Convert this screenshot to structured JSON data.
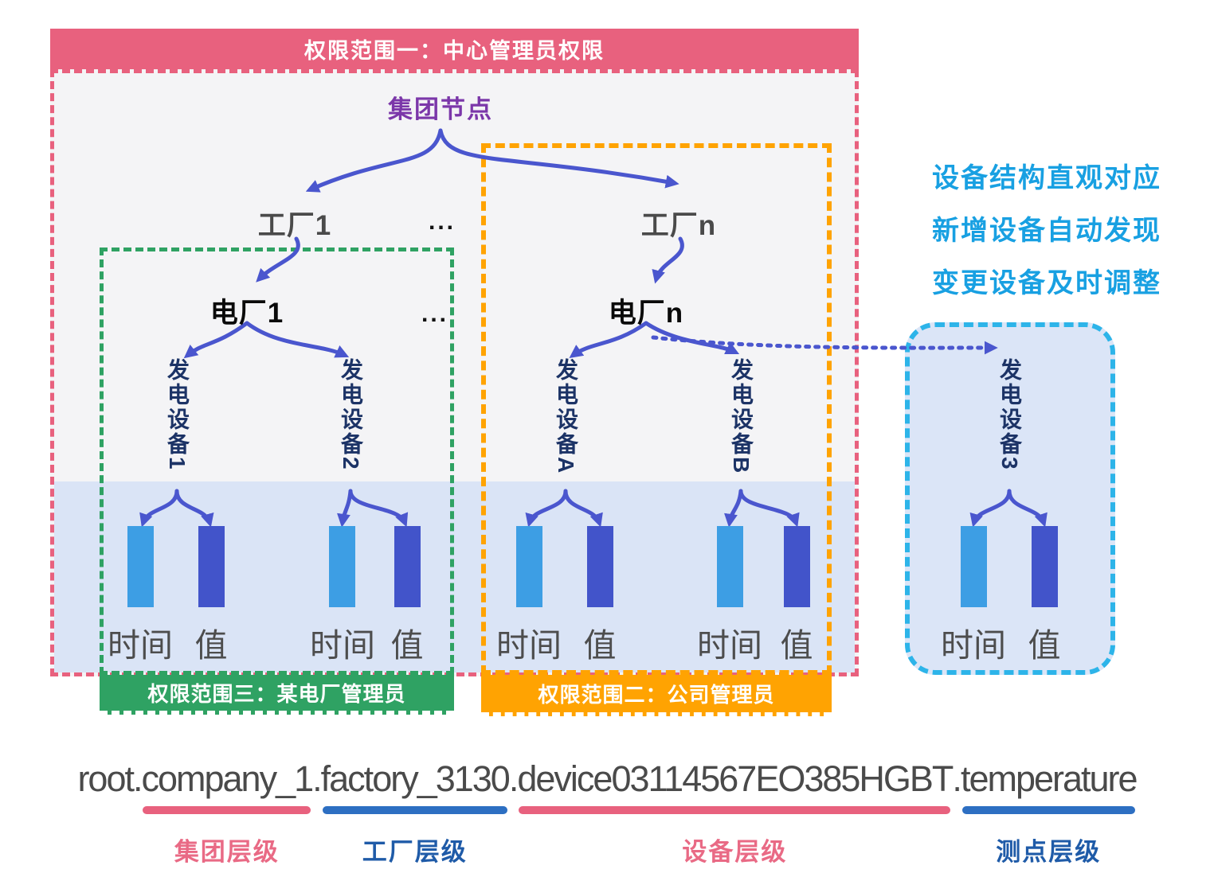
{
  "scope1_banner": {
    "label": "权限范围一：中心管理员权限",
    "color": "#E8617E"
  },
  "scope2_banner": {
    "label": "权限范围二：公司管理员",
    "color": "#FFA302"
  },
  "scope3_banner": {
    "label": "权限范围三：某电厂管理员",
    "color": "#2FA263"
  },
  "tree": {
    "root_label": "集团节点",
    "factory_1": "工厂1",
    "factory_n": "工厂n",
    "plant_1": "电厂1",
    "plant_n": "电厂n",
    "ellipsis": "...",
    "device_1": "发电设备1",
    "device_2": "发电设备2",
    "device_a": "发电设备A",
    "device_b": "发电设备B",
    "device_3": "发电设备3",
    "time_label": "时间",
    "value_label": "值"
  },
  "callouts": {
    "line_1": "设备结构直观对应",
    "line_2": "新增设备自动发现",
    "line_3": "变更设备及时调整"
  },
  "path_bar": {
    "full_path": "root.company_1.factory_3130.device03114567EO385HGBT.temperature",
    "segments": [
      {
        "text": "root."
      },
      {
        "text": "company_1",
        "level": "集团层级",
        "color": "pink"
      },
      {
        "text": "."
      },
      {
        "text": "factory_3130",
        "level": "工厂层级",
        "color": "blue"
      },
      {
        "text": "."
      },
      {
        "text": "device03114567EO385HGBT",
        "level": "设备层级",
        "color": "pink"
      },
      {
        "text": "."
      },
      {
        "text": "temperature",
        "level": "测点层级",
        "color": "blue"
      }
    ]
  },
  "colors": {
    "scope1_pink": "#E8617E",
    "scope2_orange": "#FFA302",
    "scope3_green": "#2FA263",
    "new_device_cyan": "#2DB4E9",
    "group_node_purple": "#7B37A9",
    "device_text_navy": "#1C3366",
    "arrow_indigo": "#4A56CE",
    "time_bar_blue": "#3D9EE4",
    "value_bar_blue": "#4254CA",
    "storage_band_blue": "#DAE4F6",
    "callout_blue": "#18A0E2",
    "level_pink": "#E96A85",
    "level_blue": "#1F5BA8"
  }
}
